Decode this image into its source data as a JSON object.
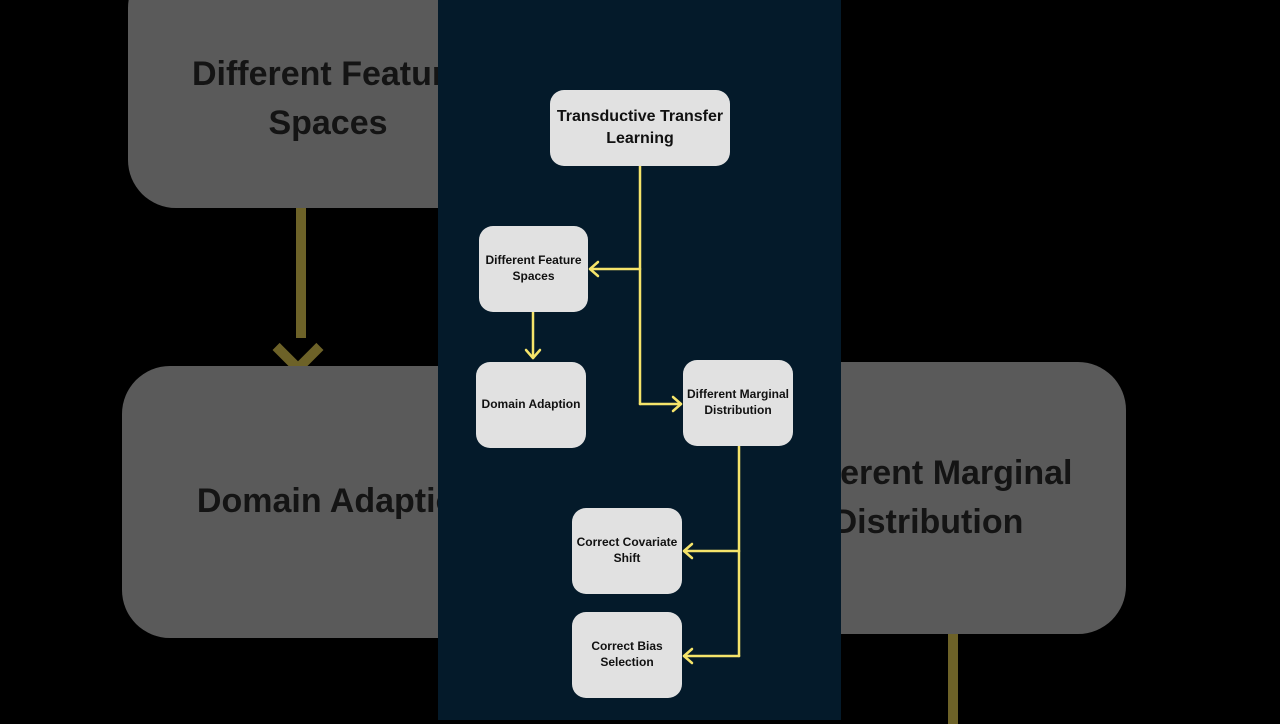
{
  "background": {
    "feature_spaces": "Different Feature\nSpaces",
    "domain_adaption": "Domain Adaption",
    "marginal_distribution": "Different Marginal\nDistribution"
  },
  "diagram": {
    "root": "Transductive Transfer\nLearning",
    "feature_spaces": "Different Feature\nSpaces",
    "domain_adaption": "Domain Adaption",
    "marginal_distribution": "Different Marginal\nDistribution",
    "covariate_shift": "Correct Covariate\nShift",
    "bias_selection": "Correct Bias\nSelection"
  },
  "colors": {
    "panel": "#041a2a",
    "node": "#e1e1e1",
    "connector": "#f5e46a"
  }
}
